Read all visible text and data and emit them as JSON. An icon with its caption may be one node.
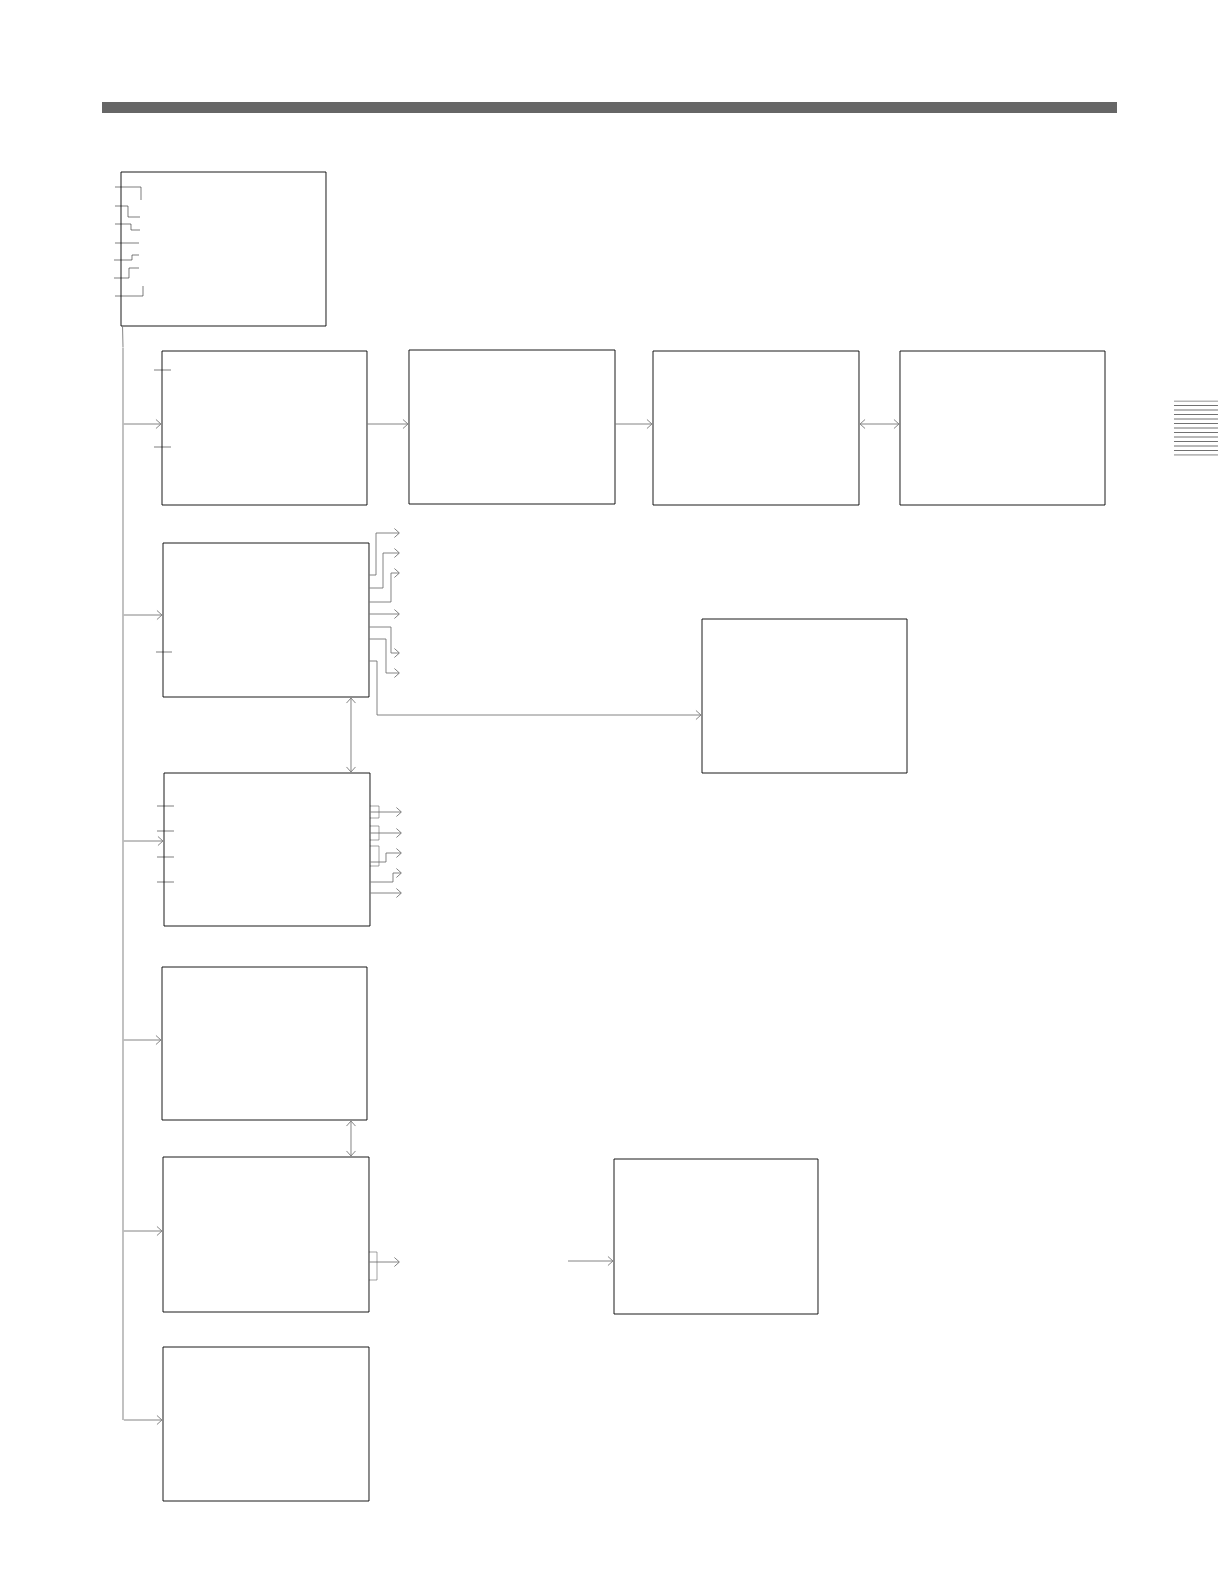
{
  "diagram": {
    "nodes": [
      {
        "text": [],
        "shape": "box"
      },
      {
        "text": [],
        "shape": "box"
      },
      {
        "text": [],
        "shape": "box"
      },
      {
        "text": [],
        "shape": "box"
      },
      {
        "text": [],
        "shape": "box"
      },
      {
        "text": [],
        "shape": "box"
      },
      {
        "text": [],
        "shape": "box"
      },
      {
        "text": [],
        "shape": "box"
      },
      {
        "text": [],
        "shape": "box"
      },
      {
        "text": [],
        "shape": "box"
      },
      {
        "text": [],
        "shape": "box"
      },
      {
        "text": [],
        "shape": "box"
      },
      {
        "text": [],
        "shape": "bar"
      }
    ],
    "edges": [
      {
        "from": 12,
        "to": 1,
        "arrow": "to"
      },
      {
        "from": 12,
        "to": 5,
        "arrow": "to"
      },
      {
        "from": 12,
        "to": 7,
        "arrow": "to"
      },
      {
        "from": 12,
        "to": 8,
        "arrow": "to"
      },
      {
        "from": 12,
        "to": 9,
        "arrow": "to"
      },
      {
        "from": 12,
        "to": 11,
        "arrow": "to"
      },
      {
        "from": 1,
        "to": 2,
        "arrow": "to"
      },
      {
        "from": 2,
        "to": 3,
        "arrow": "to"
      },
      {
        "from": 3,
        "to": 4,
        "arrow": "both"
      },
      {
        "from": 5,
        "to": 7,
        "arrow": "both"
      },
      {
        "from": 5,
        "to": 6,
        "arrow": "to"
      },
      {
        "from": 8,
        "to": 9,
        "arrow": "both"
      },
      {
        "from": null,
        "to": 10,
        "arrow": "to"
      },
      {
        "from": 5,
        "to": null,
        "arrow": "to"
      },
      {
        "from": 5,
        "to": null,
        "arrow": "to"
      },
      {
        "from": 5,
        "to": null,
        "arrow": "to"
      },
      {
        "from": 5,
        "to": null,
        "arrow": "to"
      },
      {
        "from": 5,
        "to": null,
        "arrow": "to"
      },
      {
        "from": 5,
        "to": null,
        "arrow": "to"
      },
      {
        "from": 7,
        "to": null,
        "arrow": "to"
      },
      {
        "from": 7,
        "to": null,
        "arrow": "to"
      },
      {
        "from": 7,
        "to": null,
        "arrow": "to"
      },
      {
        "from": 7,
        "to": null,
        "arrow": "to"
      },
      {
        "from": 7,
        "to": null,
        "arrow": "to"
      },
      {
        "from": 9,
        "to": null,
        "arrow": "to"
      },
      {
        "from": 0,
        "to": 12,
        "arrow": "none"
      }
    ]
  }
}
